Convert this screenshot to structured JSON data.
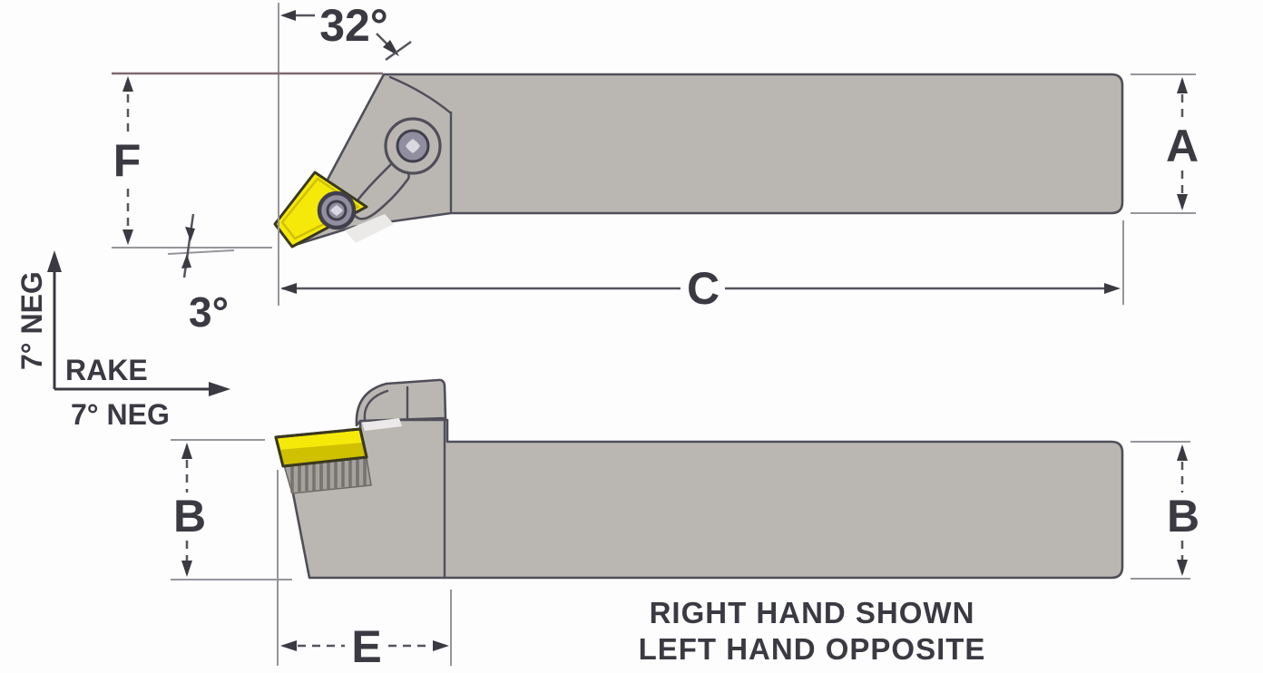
{
  "meta": {
    "description": "Engineering diagram of a right-hand turning tool holder with indexable diamond insert, shown in top and side views with dimension callouts"
  },
  "colors": {
    "bg": "#fdfdfd",
    "body": "#bab7b3",
    "body_shade": "#a5a19c",
    "outline": "#504e59",
    "insert_yellow": "#f5e90a",
    "insert_shadow": "#cfc000",
    "insert_edge": "#3a381f",
    "screw_fill": "#918ea0",
    "screw_ring": "#413f4c",
    "screw_light": "#d9d7e0",
    "dim": "#56545e",
    "ext": "#97959b",
    "ext_alt": "#7e6c70",
    "ink": "#3b3942",
    "white_sliver": "#eceae8"
  },
  "top_view": {
    "lead_angle_label": "32°",
    "clearance_angle_label": "3°",
    "dim_f": "F",
    "dim_a": "A",
    "dim_c": "C"
  },
  "side_view": {
    "dim_b_left": "B",
    "dim_b_right": "B",
    "dim_e": "E"
  },
  "rake": {
    "vertical_label": "7° NEG",
    "title": "RAKE",
    "horizontal_label": "7° NEG"
  },
  "notes": {
    "line1": "RIGHT HAND SHOWN",
    "line2": "LEFT HAND OPPOSITE"
  }
}
